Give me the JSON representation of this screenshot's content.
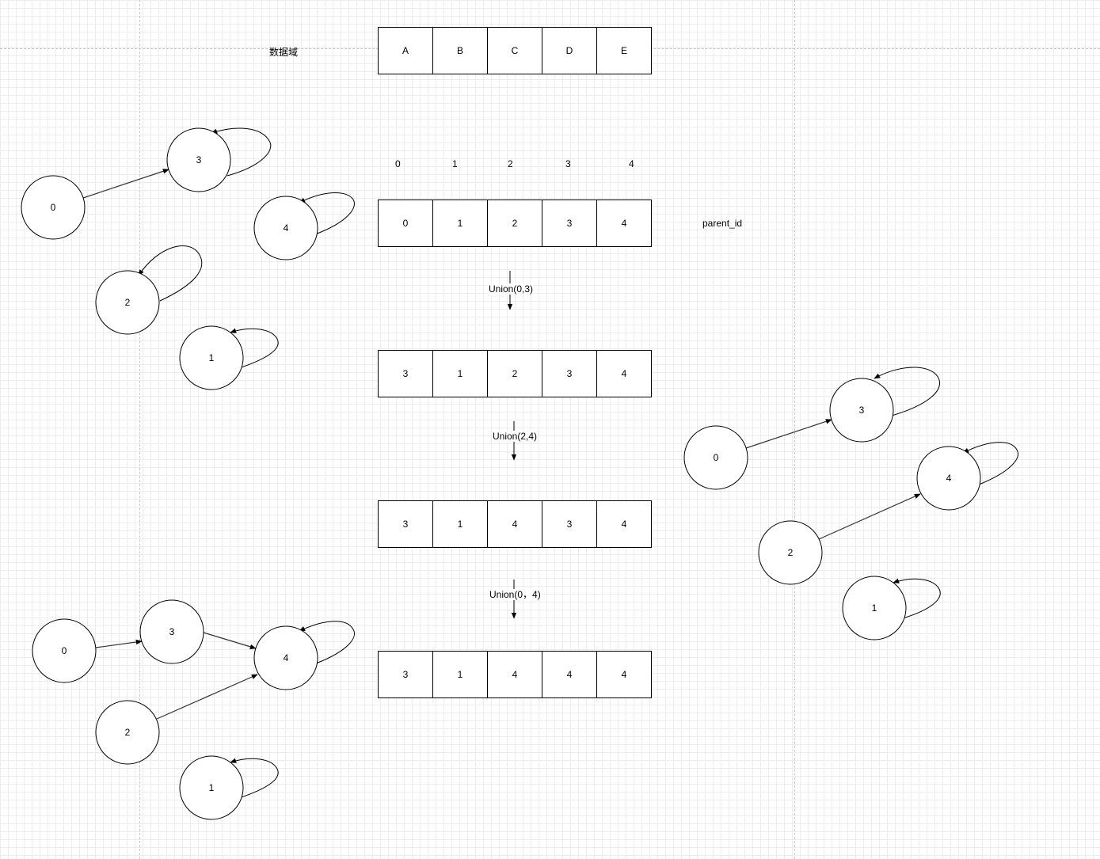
{
  "data_domain_label": "数据域",
  "parent_id_label": "parent_id",
  "index_labels": [
    "0",
    "1",
    "2",
    "3",
    "4"
  ],
  "arrays": {
    "data": [
      "A",
      "B",
      "C",
      "D",
      "E"
    ],
    "initial": [
      "0",
      "1",
      "2",
      "3",
      "4"
    ],
    "after_union_0_3": [
      "3",
      "1",
      "2",
      "3",
      "4"
    ],
    "after_union_2_4": [
      "3",
      "1",
      "4",
      "3",
      "4"
    ],
    "after_union_0_4": [
      "3",
      "1",
      "4",
      "4",
      "4"
    ]
  },
  "operations": [
    "Union(0,3)",
    "Union(2,4)",
    "Union(0，4)"
  ],
  "graphs": {
    "initial": {
      "nodes": [
        "0",
        "3",
        "4",
        "2",
        "1"
      ],
      "edges": [
        [
          "0",
          "3"
        ]
      ],
      "self_loops": [
        "3",
        "4",
        "2",
        "1"
      ]
    },
    "after_union_2_4": {
      "nodes": [
        "0",
        "3",
        "4",
        "2",
        "1"
      ],
      "edges": [
        [
          "0",
          "3"
        ],
        [
          "2",
          "4"
        ]
      ],
      "self_loops": [
        "3",
        "4",
        "1"
      ]
    },
    "after_union_0_4": {
      "nodes": [
        "0",
        "3",
        "4",
        "2",
        "1"
      ],
      "edges": [
        [
          "0",
          "3"
        ],
        [
          "3",
          "4"
        ],
        [
          "2",
          "4"
        ]
      ],
      "self_loops": [
        "4",
        "1"
      ]
    }
  }
}
